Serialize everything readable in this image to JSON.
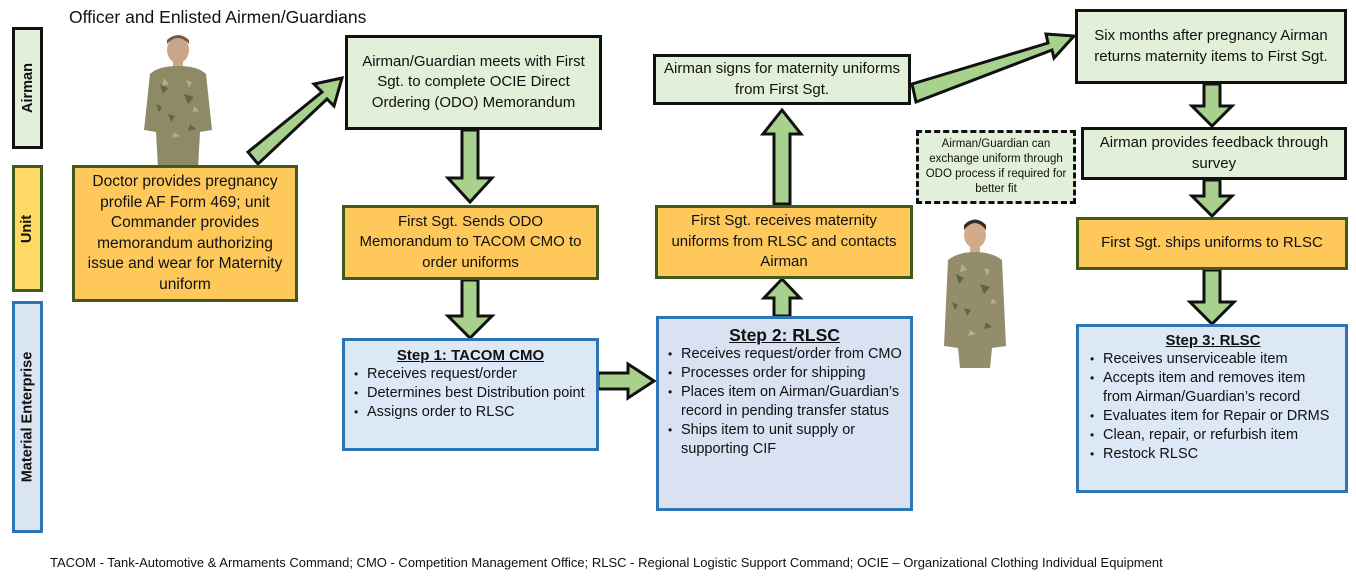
{
  "title": "Officer and Enlisted Airmen/Guardians",
  "lanes": {
    "airman": "Airman",
    "unit": "Unit",
    "material_enterprise": "Material Enterprise"
  },
  "boxes": {
    "doctor": "Doctor provides pregnancy profile AF Form 469; unit Commander provides memorandum authorizing issue and wear for Maternity uniform",
    "meets_first_sgt": "Airman/Guardian meets with First Sgt. to complete OCIE Direct Ordering (ODO) Memorandum",
    "sends_odo": "First Sgt. Sends ODO Memorandum to TACOM CMO to order uniforms",
    "signs_for": "Airman signs for maternity uniforms from First Sgt.",
    "receives_uniforms": "First Sgt. receives maternity uniforms from RLSC and contacts Airman",
    "exchange_note": "Airman/Guardian can exchange uniform through ODO process if required for better fit",
    "six_months": "Six months after pregnancy Airman returns maternity items to First Sgt.",
    "feedback": "Airman provides feedback through survey",
    "ships_uniforms": "First Sgt. ships uniforms to RLSC"
  },
  "steps": [
    {
      "title": "Step 1: TACOM CMO",
      "items": [
        "Receives request/order",
        "Determines best Distribution point",
        "Assigns order to RLSC"
      ]
    },
    {
      "title": "Step 2: RLSC",
      "items": [
        "Receives request/order from CMO",
        "Processes order for shipping",
        "Places item on Airman/Guardian’s record in pending transfer status",
        "Ships item to unit supply or supporting CIF"
      ]
    },
    {
      "title": "Step 3: RLSC",
      "items": [
        "Receives unserviceable item",
        "Accepts item and removes item from Airman/Guardian’s record",
        "Evaluates item for Repair or DRMS",
        "Clean, repair, or refurbish item",
        "Restock RLSC"
      ]
    }
  ],
  "images": {
    "person_1": "airman-in-ocp-uniform",
    "person_2": "guardian-in-ocp-uniform"
  },
  "footer": "TACOM - Tank-Automotive & Armaments Command; CMO - Competition Management Office; RLSC - Regional Logistic Support Command; OCIE – Organizational Clothing Individual Equipment",
  "colors": {
    "airman_fill": "#e2efd9",
    "unit_fill": "#ffc85a",
    "material_fill": "#dce8f6",
    "arrow_fill": "#a9d18e"
  }
}
